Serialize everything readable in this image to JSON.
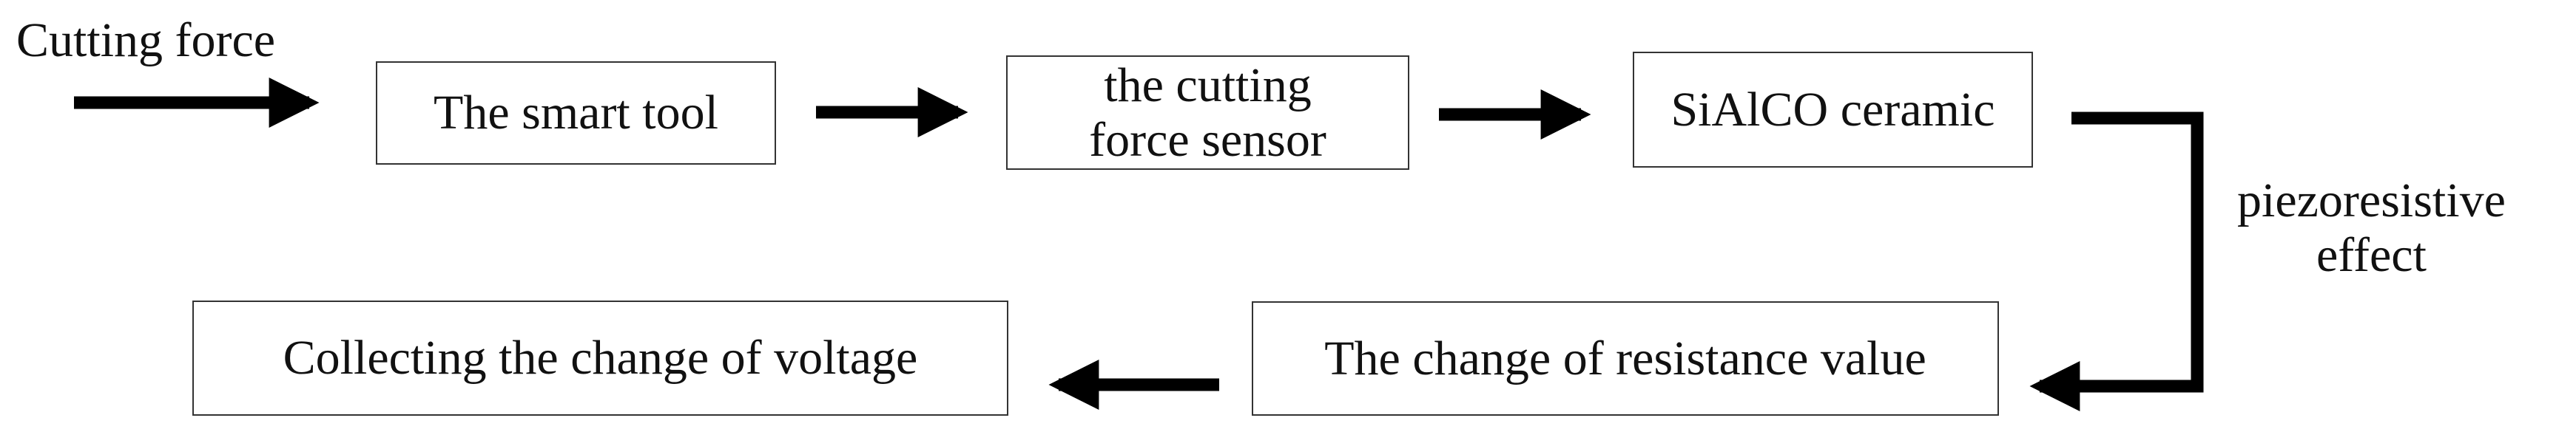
{
  "input": {
    "label": "Cutting force"
  },
  "nodes": {
    "smart_tool": {
      "text": "The smart tool"
    },
    "sensor": {
      "line1": "the cutting",
      "line2": "force sensor"
    },
    "ceramic": {
      "text": "SiAlCO ceramic"
    },
    "resistance": {
      "text": "The change of resistance value"
    },
    "voltage": {
      "text": "Collecting the change of voltage"
    }
  },
  "edges": {
    "piezo": {
      "line1": "piezoresistive",
      "line2": "effect"
    }
  },
  "colors": {
    "arrow": "#000000",
    "box_border": "#333333",
    "text": "#111111"
  }
}
